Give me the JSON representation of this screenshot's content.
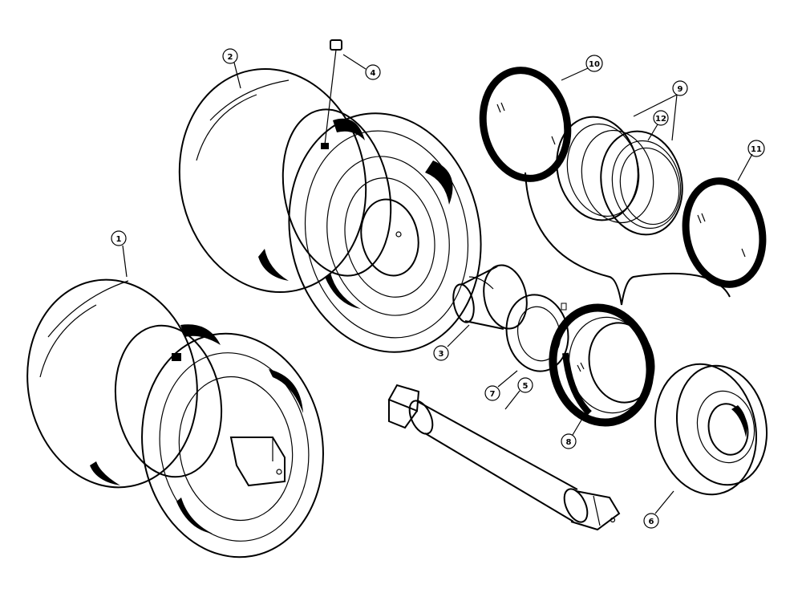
{
  "diagram": {
    "ink_color": "#000000",
    "background": "#ffffff"
  },
  "callouts": {
    "c1": "1",
    "c2": "2",
    "c3": "3",
    "c4": "4",
    "c5": "5",
    "c6": "6",
    "c7": "7",
    "c8": "8",
    "c9": "9",
    "c10": "10",
    "c11": "11",
    "c12": "12"
  }
}
